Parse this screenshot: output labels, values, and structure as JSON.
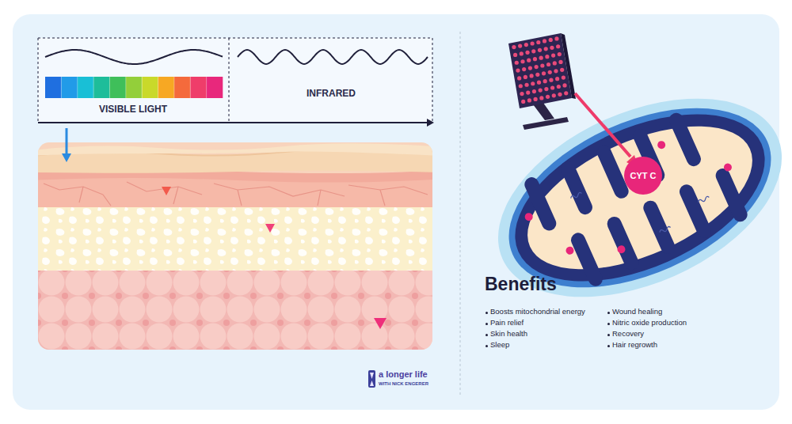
{
  "diagram": {
    "nodes": [
      {
        "text": [
          "CYT C"
        ]
      }
    ],
    "labels": [
      "VISIBLE LIGHT",
      "INFRARED",
      "Benefits",
      "Boosts mitochondrial energy",
      "Pain relief",
      "Skin health",
      "Sleep",
      "Wound healing",
      "Nitric oxide production",
      "Recovery",
      "Hair regrowth",
      "a longer life",
      "WITH NICK ENGERER"
    ]
  }
}
